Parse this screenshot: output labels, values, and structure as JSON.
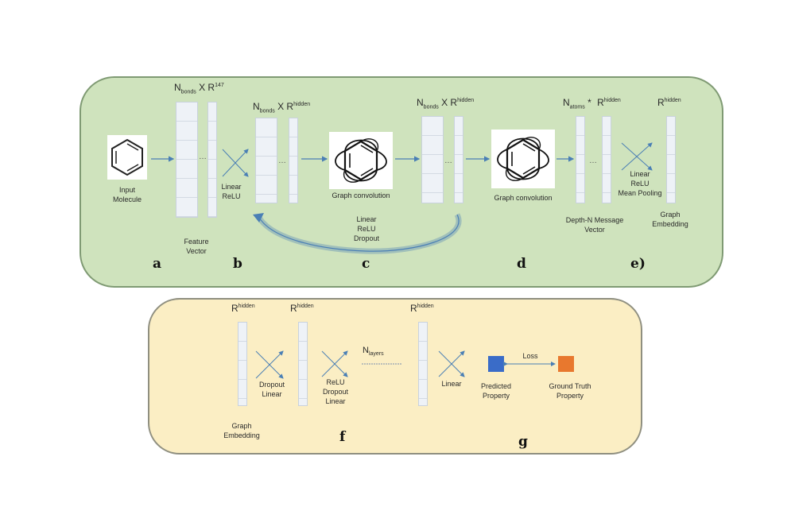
{
  "top_panel": {
    "input_label": "Input\nMolecule",
    "dim1": {
      "base": "N",
      "sub": "bonds",
      "times": " X ",
      "r": "R",
      "sup": "147"
    },
    "feature_label": "Feature\nVector",
    "linear_relu_label": "Linear\nReLU",
    "dim2": {
      "base": "N",
      "sub": "bonds",
      "times": " X ",
      "r": "R",
      "sup": "hidden"
    },
    "graph_conv_label_1": "Graph convolution",
    "skip_label": "Linear\nReLU\nDropout",
    "dim3": {
      "base": "N",
      "sub": "bonds",
      "times": " X ",
      "r": "R",
      "sup": "hidden"
    },
    "graph_conv_label_2": "Graph convolution",
    "dim4": {
      "base": "N",
      "sub": "atoms",
      "times": " * ",
      "r": "R",
      "sup": "hidden"
    },
    "message_label": "Depth-N  Message\nVector",
    "pool_label": "Linear\nReLU\nMean Pooling",
    "dim5": {
      "r": "R",
      "sup": "hidden"
    },
    "graph_embedding_label": "Graph\nEmbedding",
    "letters": [
      "a",
      "b",
      "c",
      "d",
      "e)"
    ]
  },
  "bottom_panel": {
    "dim_a": {
      "r": "R",
      "sup": "hidden"
    },
    "dim_b": {
      "r": "R",
      "sup": "hidden"
    },
    "dim_c": {
      "r": "R",
      "sup": "hidden"
    },
    "graph_embedding_label": "Graph\nEmbedding",
    "dropout_linear_label": "Dropout\nLinear",
    "relu_dropout_linear_label": "ReLU\nDropout\nLinear",
    "nlayers": {
      "base": "N",
      "sub": "layers"
    },
    "linear_label": "Linear",
    "loss_label": "Loss",
    "predicted_label": "Predicted\nProperty",
    "ground_truth_label": "Ground Truth\nProperty",
    "letters": [
      "f",
      "g"
    ]
  },
  "colors": {
    "top_bg": "#cfe3bd",
    "bottom_bg": "#fbeec4",
    "predicted": "#3a6cc8",
    "ground_truth": "#e8782e",
    "arrow": "#4a7fb5"
  }
}
